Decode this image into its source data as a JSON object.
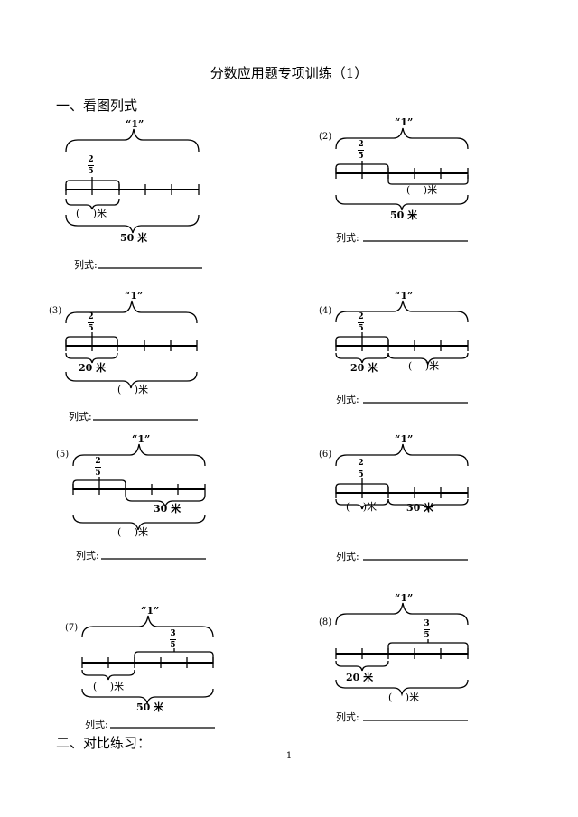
{
  "title": "分数应用题专项训练（1）",
  "section1": "一、看图列式",
  "section2": "二、对比练习：",
  "page_number": "1",
  "formula_label": "列式:",
  "problems": [
    {
      "num": "",
      "whole": "“1”",
      "frac_num": "2",
      "frac_den": "5",
      "labels": [
        "(　 )米",
        "50 米"
      ]
    },
    {
      "num": "(2)",
      "whole": "“1”",
      "frac_num": "2",
      "frac_den": "5",
      "labels": [
        "(　 )米",
        "50 米"
      ]
    },
    {
      "num": "(3)",
      "whole": "“1”",
      "frac_num": "2",
      "frac_den": "5",
      "labels": [
        "20 米",
        "(　 )米"
      ]
    },
    {
      "num": "(4)",
      "whole": "“1”",
      "frac_num": "2",
      "frac_den": "5",
      "labels": [
        "20 米",
        "(　 )米"
      ]
    },
    {
      "num": "(5)",
      "whole": "“1”",
      "frac_num": "2",
      "frac_den": "5",
      "labels": [
        "30 米",
        "(　 )米"
      ]
    },
    {
      "num": "(6)",
      "whole": "“1”",
      "frac_num": "2",
      "frac_den": "5",
      "labels": [
        "(　 )米",
        "30 米"
      ]
    },
    {
      "num": "(7)",
      "whole": "“1”",
      "frac_num": "3",
      "frac_den": "5",
      "labels": [
        "(　 )米",
        "50 米"
      ]
    },
    {
      "num": "(8)",
      "whole": "“1”",
      "frac_num": "3",
      "frac_den": "5",
      "labels": [
        "20 米",
        "(　 )米"
      ]
    }
  ]
}
